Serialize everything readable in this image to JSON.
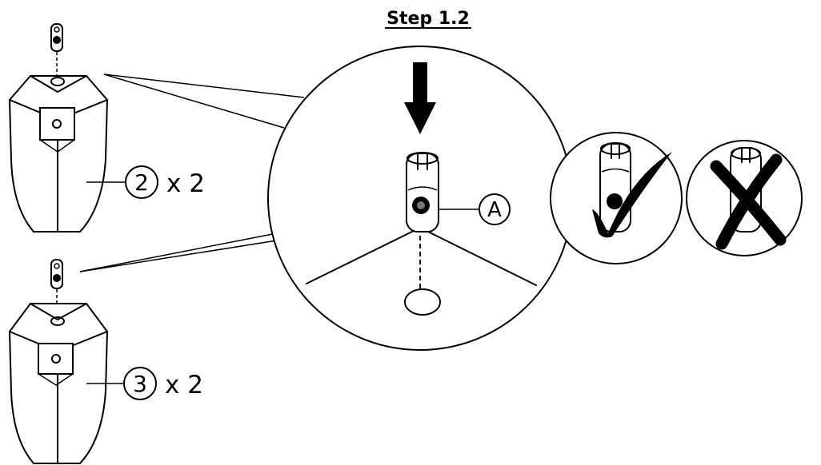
{
  "diagram": {
    "step_label": "Step 1.2",
    "parts": [
      {
        "number": "2",
        "quantity_label": "x 2"
      },
      {
        "number": "3",
        "quantity_label": "x 2"
      }
    ],
    "callout_letter": "A",
    "correct_icon": "checkmark-icon",
    "incorrect_icon": "cross-icon"
  }
}
